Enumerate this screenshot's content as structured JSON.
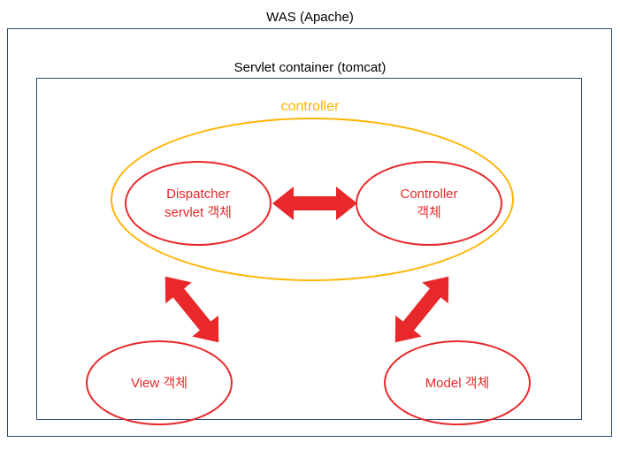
{
  "diagram": {
    "title": "WAS (Apache)",
    "subtitle": "Servlet container (tomcat)",
    "group_label": "controller",
    "nodes": {
      "dispatcher": "Dispatcher\nservlet 객체",
      "controller": "Controller\n객체",
      "view": "View 객체",
      "model": "Model 객체"
    },
    "colors": {
      "box_border": "#2b4a7d",
      "group_border": "#ffb400",
      "node_border": "#e8282a",
      "node_text": "#e8282a",
      "arrow": "#e8282a",
      "title_text": "#000000",
      "background": "#ffffff"
    },
    "arrows": [
      {
        "name": "dispatcher-controller",
        "direction": "bidirectional",
        "orientation": "horizontal"
      },
      {
        "name": "dispatcher-view",
        "direction": "bidirectional",
        "orientation": "diagonal"
      },
      {
        "name": "controller-model",
        "direction": "bidirectional",
        "orientation": "diagonal"
      }
    ]
  }
}
